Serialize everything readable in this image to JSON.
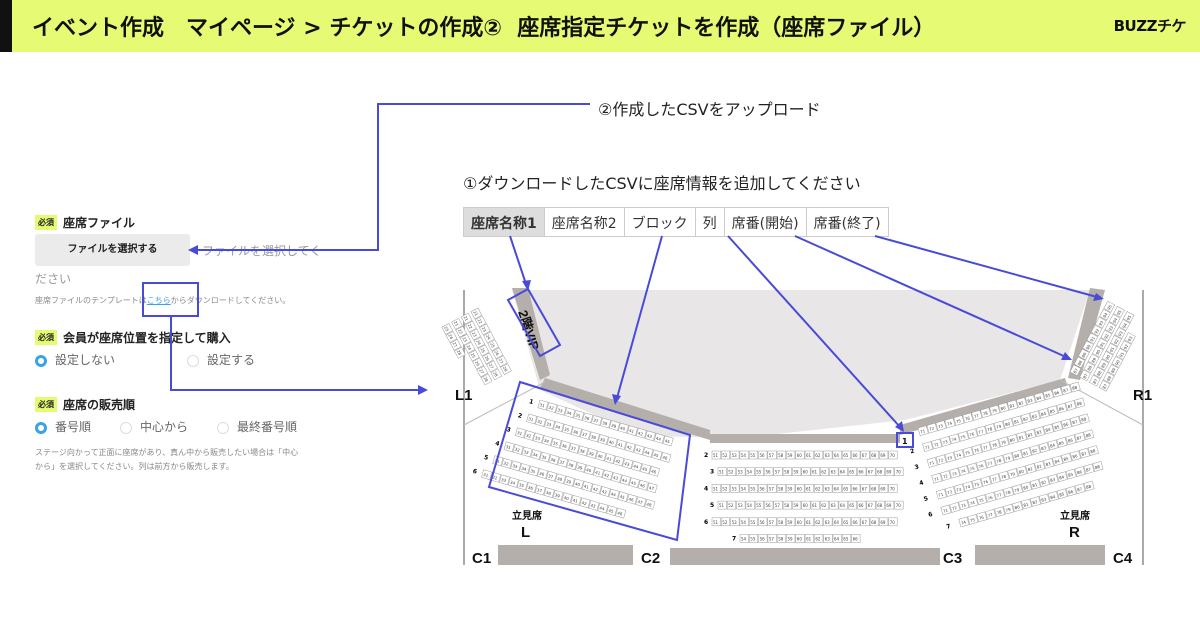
{
  "header": {
    "title": "イベント作成　マイページ > チケットの作成②  座席指定チケットを作成（座席ファイル）",
    "logo": "BUZZチケ"
  },
  "form": {
    "required": "必須",
    "seat_file": {
      "label": "座席ファイル",
      "button": "ファイルを選択する",
      "status_line1": "ファイルを選択してく",
      "status_line2": "ださい",
      "template_pre": "座席ファイルのテンプレートは",
      "template_link": "こちら",
      "template_post": "からダウンロードしてください。"
    },
    "member_select": {
      "label": "会員が座席位置を指定して購入",
      "options": [
        "設定しない",
        "設定する"
      ],
      "selected": 0
    },
    "sale_order": {
      "label": "座席の販売順",
      "options": [
        "番号順",
        "中心から",
        "最終番号順"
      ],
      "selected": 0,
      "note_line1": "ステージ向かって正面に座席があり、真ん中から販売したい場合は「中心",
      "note_line2": "から」を選択してください。列は前方から販売します。"
    }
  },
  "steps": {
    "upload": "②作成したCSVをアップロード",
    "add_info": "①ダウンロードしたCSVに座席情報を追加してください"
  },
  "csv_headers": [
    "座席名称1",
    "座席名称2",
    "ブロック",
    "列",
    "席番(開始)",
    "席番(終了)"
  ],
  "seatmap": {
    "labels": {
      "L1": "L1",
      "R1": "R1",
      "C1": "C1",
      "C2": "C2",
      "C3": "C3",
      "C4": "C4",
      "vip": "2階VIP",
      "standing": "立見席",
      "standing_L": "L",
      "standing_R": "R"
    },
    "center_rows": [
      {
        "row": "2",
        "start": 51,
        "end": 70
      },
      {
        "row": "3",
        "start": 51,
        "end": 70
      },
      {
        "row": "4",
        "start": 51,
        "end": 70
      },
      {
        "row": "5",
        "start": 51,
        "end": 70
      },
      {
        "row": "6",
        "start": 51,
        "end": 70
      },
      {
        "row": "7",
        "start": 54,
        "end": 66
      }
    ],
    "left_rows": [
      {
        "row": "1",
        "start": 31,
        "end": 45
      },
      {
        "row": "2",
        "start": 31,
        "end": 46
      },
      {
        "row": "3",
        "start": 31,
        "end": 46
      },
      {
        "row": "4",
        "start": 31,
        "end": 47
      },
      {
        "row": "5",
        "start": 31,
        "end": 48
      },
      {
        "row": "6",
        "start": 31,
        "end": 46
      }
    ],
    "right_rows": [
      {
        "row": "1",
        "start": 71,
        "end": 88
      },
      {
        "row": "2",
        "start": 71,
        "end": 88
      },
      {
        "row": "3",
        "start": 71,
        "end": 88
      },
      {
        "row": "4",
        "start": 71,
        "end": 88
      },
      {
        "row": "5",
        "start": 71,
        "end": 88
      },
      {
        "row": "6",
        "start": 71,
        "end": 88
      },
      {
        "row": "7",
        "start": 74,
        "end": 88
      }
    ],
    "highlight_row": "1"
  },
  "colors": {
    "accent": "#e6fb73",
    "annotation": "#4a4ad8",
    "radio": "#3ba3e0",
    "stage": "#e8e6e6",
    "wall": "#b5afab"
  }
}
